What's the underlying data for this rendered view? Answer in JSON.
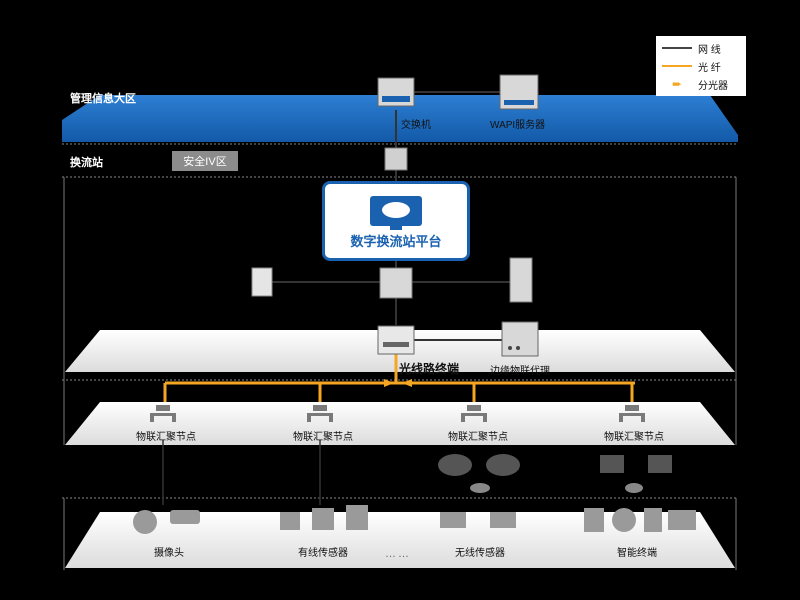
{
  "legend": {
    "items": [
      {
        "label": "网  线",
        "color": "#444444"
      },
      {
        "label": "光  纤",
        "color": "#f5a623"
      },
      {
        "label": "分光器",
        "color": "#f5a623"
      }
    ]
  },
  "top_zone": {
    "title": "管理信息大区",
    "switch_label": "交换机",
    "server_label": "WAPI服务器"
  },
  "station_zone": {
    "title": "换流站",
    "safety_badge": "安全IV区"
  },
  "platform": {
    "title": "数字换流站平台"
  },
  "olt_layer": {
    "olt_label": "光线路终端",
    "edge_proxy_label": "边缘物联代理"
  },
  "aggregation_layer": {
    "nodes": [
      "物联汇聚节点",
      "物联汇聚节点",
      "物联汇聚节点",
      "物联汇聚节点"
    ]
  },
  "terminal_layer": {
    "groups": [
      "摄像头",
      "有线传感器",
      "无线传感器",
      "智能终端"
    ],
    "ellipsis": "……"
  },
  "colors": {
    "brand_blue": "#1a62b0",
    "fiber_orange": "#f5a623",
    "layer_gray": "#e6e6e6"
  }
}
